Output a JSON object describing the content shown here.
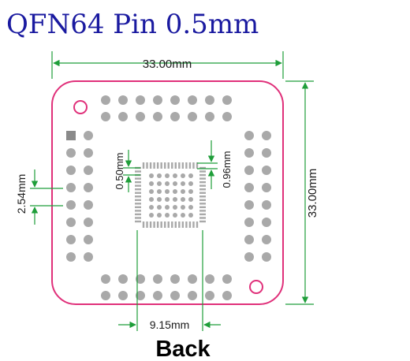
{
  "title": "QFN64 Pin 0.5mm",
  "dimensions": {
    "board_width": "33.00mm",
    "board_height": "33.00mm",
    "pitch_vertical": "2.54mm",
    "pad_pitch": "0.50mm",
    "pad_length": "0.96mm",
    "package_span": "9.15mm"
  },
  "caption": "Back",
  "colors": {
    "title": "#1a1aa0",
    "board_outline": "#e0307a",
    "dimension": "#1f9e3a",
    "pad": "#a9a9a9",
    "pad_dark": "#8a8a8a"
  },
  "layout_summary": {
    "header_pins_per_side": 8,
    "qfn_pads_per_side": 16,
    "thermal_vias_grid": "6x6"
  }
}
